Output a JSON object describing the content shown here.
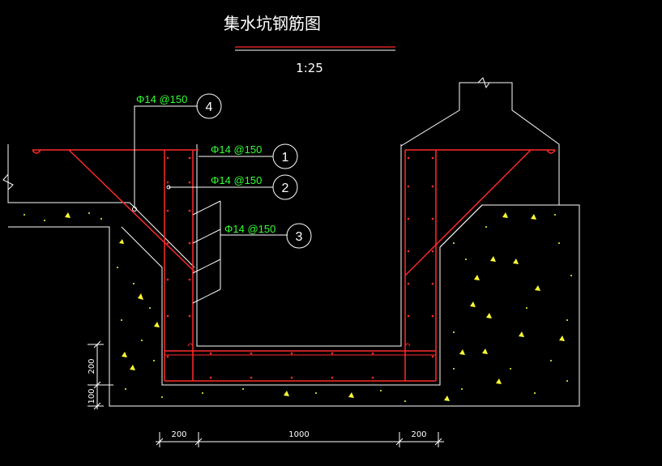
{
  "drawing": {
    "title": "集水坑钢筋图",
    "scale": "1:25"
  },
  "callouts": [
    {
      "id": "1",
      "spec": "Φ14 @150"
    },
    {
      "id": "2",
      "spec": "Φ14 @150"
    },
    {
      "id": "3",
      "spec": "Φ14 @150"
    },
    {
      "id": "4",
      "spec": "Φ14 @150"
    }
  ],
  "dimensions": {
    "vertical": [
      "200",
      "100"
    ],
    "horizontal": [
      "200",
      "1000",
      "200"
    ]
  },
  "colors": {
    "background": "#000000",
    "outline": "#ffffff",
    "rebar": "#ff2a2a",
    "annotation": "#33ff33",
    "aggregate": "#ffff33"
  }
}
